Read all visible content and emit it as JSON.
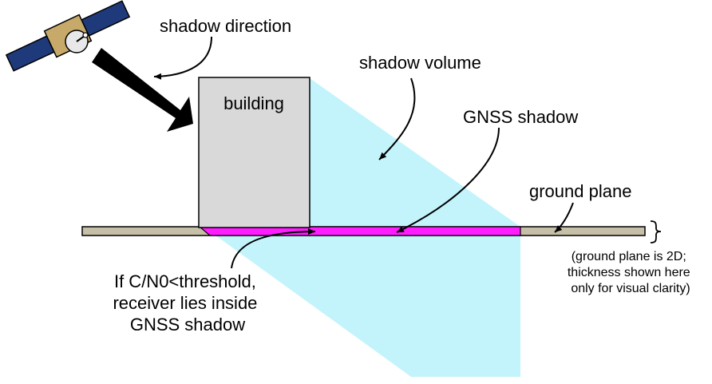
{
  "labels": {
    "shadow_direction": "shadow direction",
    "building": "building",
    "shadow_volume": "shadow volume",
    "gnss_shadow": "GNSS shadow",
    "ground_plane": "ground plane"
  },
  "receiver_note": [
    "If C/N0<threshold,",
    "receiver lies inside",
    "GNSS shadow"
  ],
  "ground_note": [
    "(ground plane is 2D;",
    "thickness shown here",
    "only for visual clarity)"
  ],
  "colors": {
    "shadow_volume": "#c3f4fb",
    "gnss_shadow": "#ff1cff",
    "building_fill": "#d9d9d9",
    "ground_plane": "#c7c0a8",
    "satellite_panel": "#1f3a7a",
    "satellite_body": "#c7a96a"
  }
}
